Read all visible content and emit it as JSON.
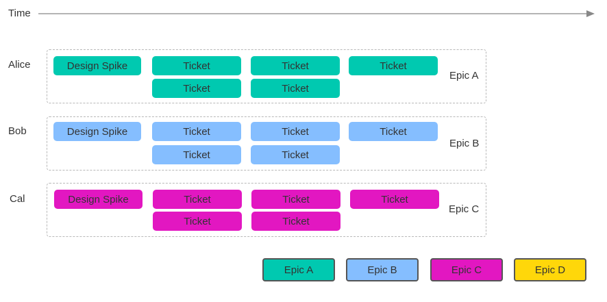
{
  "time_label": "Time",
  "colors": {
    "epic_a": "#00C9B0",
    "epic_b": "#85BEFF",
    "epic_c": "#E217C1",
    "epic_d": "#FFD70A",
    "text": "#333333",
    "dashed_border": "#b8b8b8",
    "axis": "#888888"
  },
  "lanes": [
    {
      "person": "Alice",
      "epic": "Epic A",
      "color_key": "epic_a",
      "row1": [
        "Design Spike",
        "Ticket",
        "Ticket",
        "Ticket"
      ],
      "row2": [
        "Ticket",
        "Ticket"
      ]
    },
    {
      "person": "Bob",
      "epic": "Epic B",
      "color_key": "epic_b",
      "row1": [
        "Design Spike",
        "Ticket",
        "Ticket",
        "Ticket"
      ],
      "row2": [
        "Ticket",
        "Ticket"
      ]
    },
    {
      "person": "Cal",
      "epic": "Epic C",
      "color_key": "epic_c",
      "row1": [
        "Design Spike",
        "Ticket",
        "Ticket",
        "Ticket"
      ],
      "row2": [
        "Ticket",
        "Ticket"
      ]
    }
  ],
  "legend": [
    {
      "label": "Epic A",
      "color_key": "epic_a"
    },
    {
      "label": "Epic B",
      "color_key": "epic_b"
    },
    {
      "label": "Epic C",
      "color_key": "epic_c"
    },
    {
      "label": "Epic D",
      "color_key": "epic_d"
    }
  ]
}
